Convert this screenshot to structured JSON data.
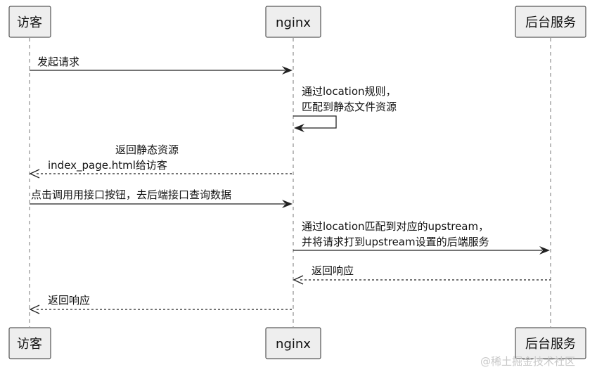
{
  "participants": [
    {
      "id": "visitor",
      "label": "访客"
    },
    {
      "id": "nginx",
      "label": "nginx"
    },
    {
      "id": "backend",
      "label": "后台服务"
    }
  ],
  "messages": [
    {
      "lines": [
        "发起请求"
      ]
    },
    {
      "lines": [
        "通过location规则，",
        "匹配到静态文件资源"
      ]
    },
    {
      "lines": [
        "返回静态资源",
        "index_page.html给访客"
      ]
    },
    {
      "lines": [
        "点击调用用接口按钮，去后端接口查询数据"
      ]
    },
    {
      "lines": [
        "通过location匹配到对应的upstream，",
        "并将请求打到upstream设置的后端服务"
      ]
    },
    {
      "lines": [
        "返回响应"
      ]
    },
    {
      "lines": [
        "返回响应"
      ]
    }
  ],
  "watermark": "@稀土掘金技术社区"
}
